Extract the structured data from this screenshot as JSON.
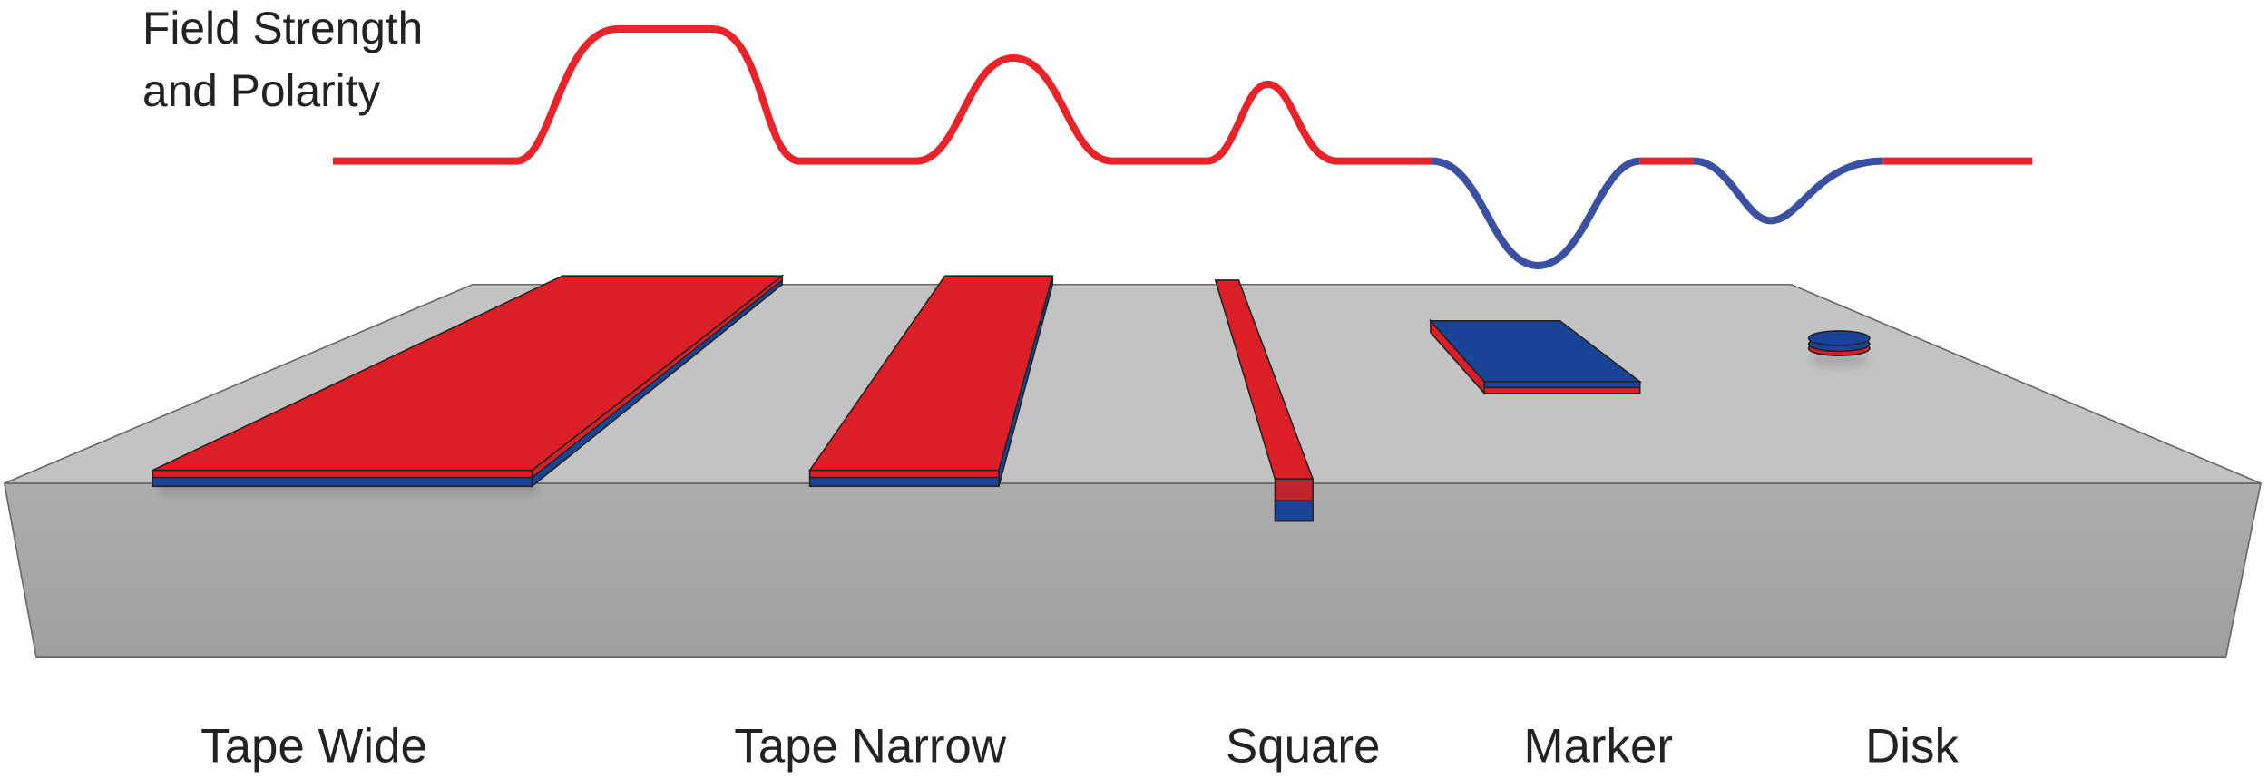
{
  "title_line1": "Field Strength",
  "title_line2": "and Polarity",
  "labels": {
    "tape_wide": "Tape Wide",
    "tape_narrow": "Tape Narrow",
    "square": "Square",
    "marker": "Marker",
    "disk": "Disk"
  },
  "colors": {
    "positive": "#e8232a",
    "negative": "#3b4fa3",
    "magnet_red": "#dc1f26",
    "magnet_blue": "#1a4596",
    "surface_top": "#c3c3c3",
    "surface_front": "#a3a3a3"
  }
}
